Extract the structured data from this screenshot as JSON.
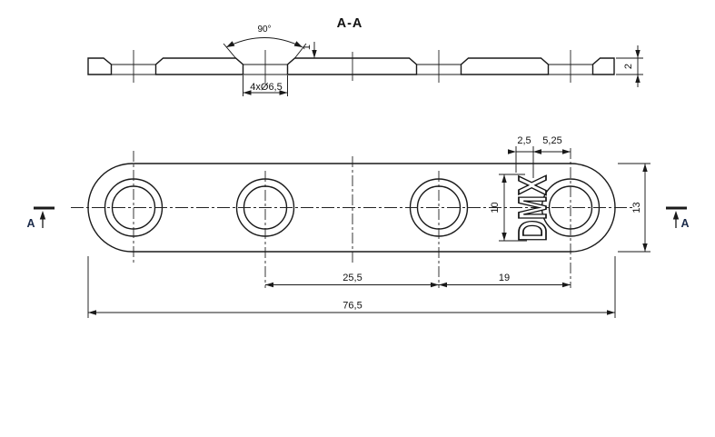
{
  "drawing": {
    "section_title": "A-A",
    "brand_text": "DMX",
    "section_marker_left": "A",
    "section_marker_right": "A",
    "colors": {
      "line": "#1a1a1a",
      "text": "#111111",
      "marker_label": "#1c2b4a",
      "background": "#ffffff"
    },
    "dims": {
      "countersink_angle": "90°",
      "countersink_depth": "1",
      "hole_callout": "4xØ6,5",
      "thickness": "2",
      "engrave_height": "2,5",
      "engrave_offset": "5,25",
      "engrave_length": "10",
      "plate_width": "13",
      "spacing_mid": "25,5",
      "spacing_right": "19",
      "total_length": "76,5"
    }
  }
}
